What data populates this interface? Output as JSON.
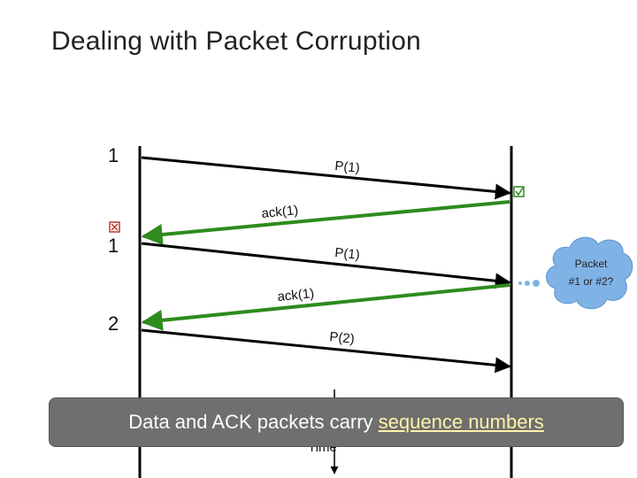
{
  "title": "Dealing with Packet Corruption",
  "sender_seq": [
    "1",
    "1",
    "2"
  ],
  "messages": {
    "p1_first": "P(1)",
    "ack1_first": "ack(1)",
    "p1_retransmit": "P(1)",
    "ack1_second": "ack(1)",
    "p2": "P(2)"
  },
  "cloud": {
    "line1": "Packet",
    "line2": "#1 or #2?"
  },
  "time_label": "Time",
  "banner": {
    "prefix": "Data and ACK packets carry ",
    "underlined": "sequence numbers"
  },
  "colors": {
    "data_arrow": "#000000",
    "ack_arrow": "#2e8b1e",
    "corrupt_marker": "#c0392b",
    "ok_marker": "#2e8b1e",
    "cloud_fill": "#7fb3e6"
  }
}
